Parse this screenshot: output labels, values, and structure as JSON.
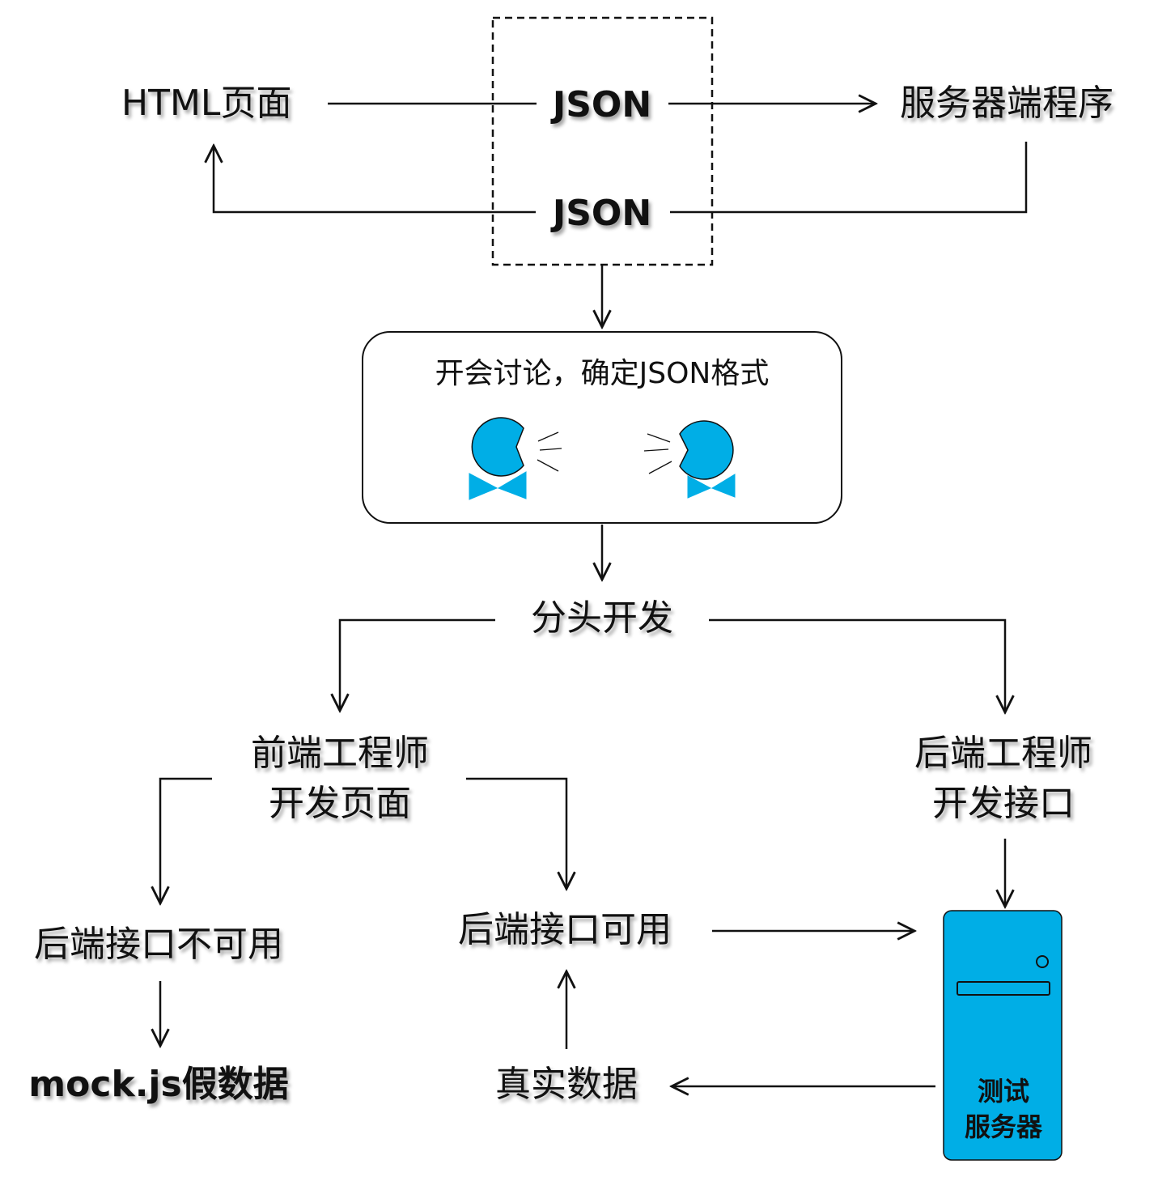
{
  "colors": {
    "accent_blue": "#00aee6",
    "line": "#111111"
  },
  "top": {
    "html_page": "HTML页面",
    "json_request": "JSON",
    "json_response": "JSON",
    "server_program": "服务器端程序"
  },
  "meeting": {
    "title": "开会讨论，确定JSON格式",
    "icons": [
      "pacman-person-icon",
      "speech-lines-icon",
      "pacman-person-icon"
    ]
  },
  "split": {
    "label": "分头开发"
  },
  "frontend": {
    "line1": "前端工程师",
    "line2": "开发页面"
  },
  "backend": {
    "line1": "后端工程师",
    "line2": "开发接口"
  },
  "branches": {
    "unavailable": "后端接口不可用",
    "mock": "mock.js假数据",
    "available": "后端接口可用",
    "real_data": "真实数据"
  },
  "test_server": {
    "line1": "测试",
    "line2": "服务器",
    "icon": "server-tower-icon"
  }
}
